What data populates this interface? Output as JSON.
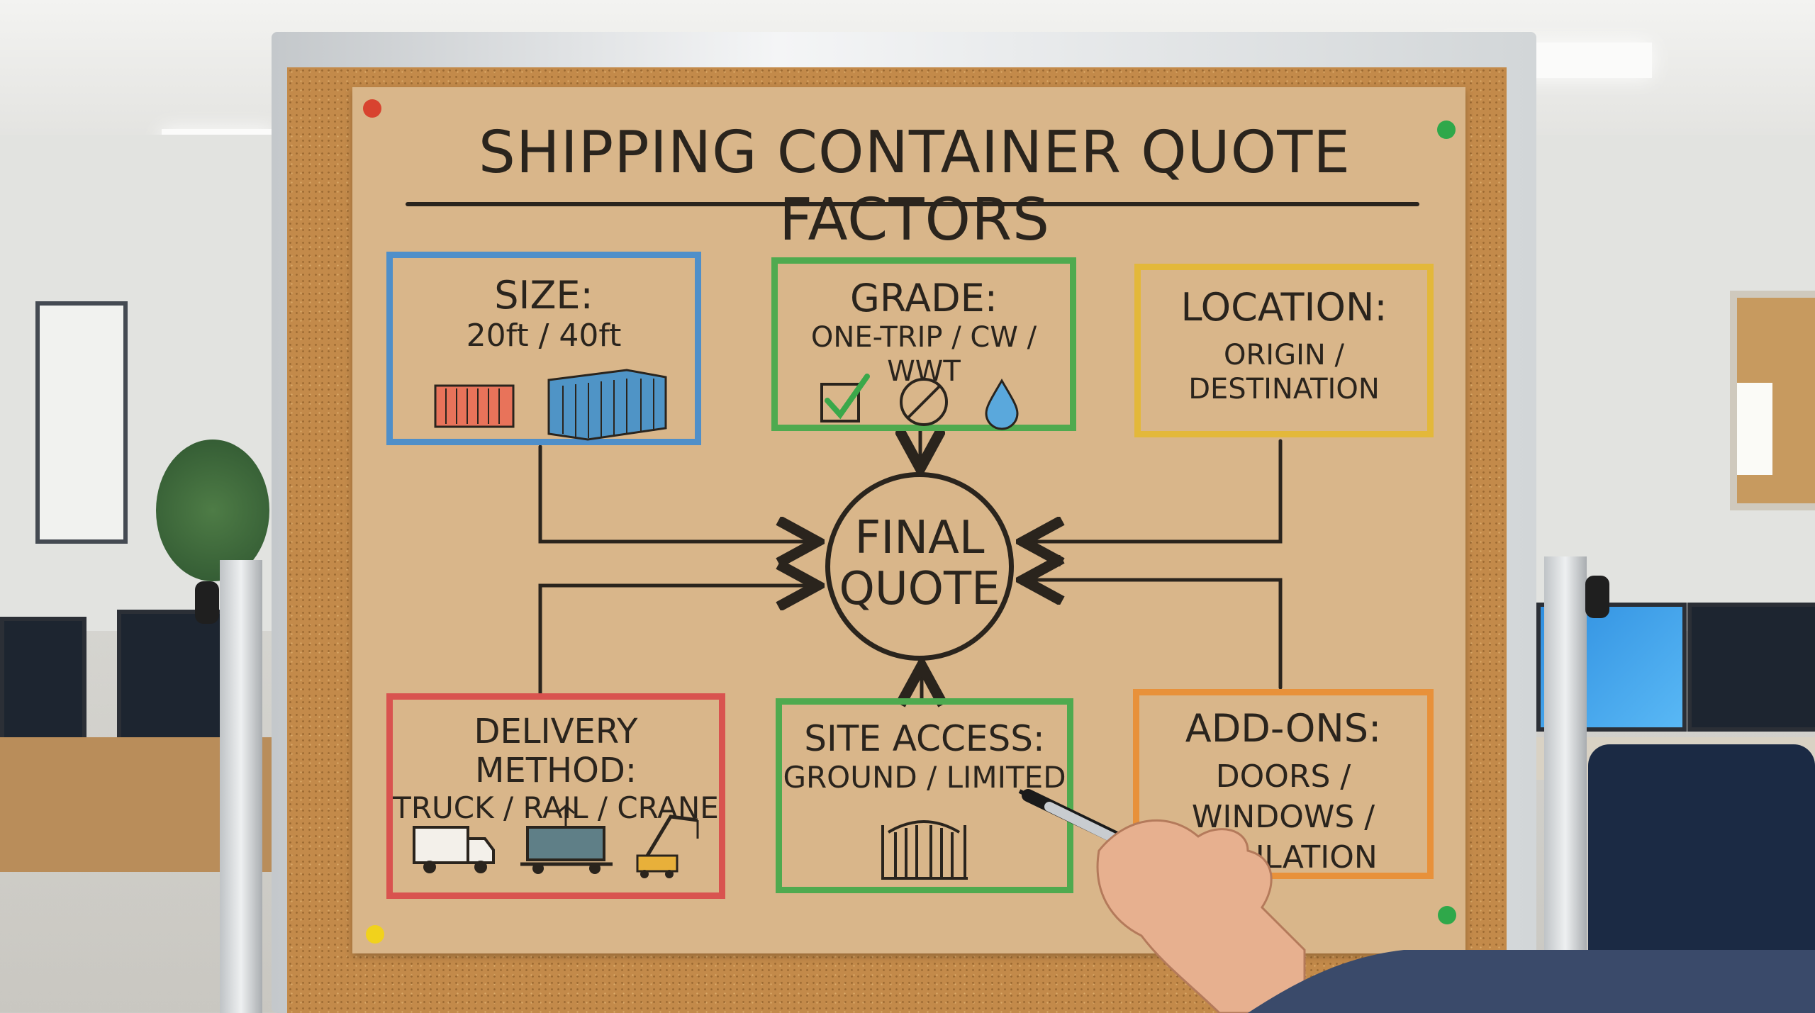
{
  "title": "SHIPPING CONTAINER QUOTE FACTORS",
  "center": {
    "line1": "FINAL",
    "line2": "QUOTE"
  },
  "boxes": {
    "size": {
      "heading": "SIZE:",
      "detail": "20ft / 40ft",
      "color": "#4f8fc9"
    },
    "grade": {
      "heading": "GRADE:",
      "detail": "ONE-TRIP / CW / WWT",
      "color": "#4faa4f"
    },
    "location": {
      "heading": "LOCATION:",
      "detail": "ORIGIN / DESTINATION",
      "color": "#e3b83a"
    },
    "delivery": {
      "heading": "DELIVERY METHOD:",
      "detail": "TRUCK / RAIL / CRANE",
      "color": "#d9534f"
    },
    "site": {
      "heading": "SITE ACCESS:",
      "detail": "GROUND / LIMITED",
      "color": "#4faa4f"
    },
    "addons": {
      "heading": "ADD-ONS:",
      "detail1": "DOORS / WINDOWS /",
      "detail2": "INSULATION",
      "color": "#e8913a"
    }
  },
  "icons": {
    "size": [
      "container-20ft-icon",
      "container-40ft-icon"
    ],
    "grade": [
      "checkbox-check-icon",
      "no-damage-icon",
      "water-drop-icon"
    ],
    "delivery": [
      "truck-icon",
      "rail-car-icon",
      "crane-icon"
    ],
    "site": [
      "gate-icon"
    ]
  }
}
